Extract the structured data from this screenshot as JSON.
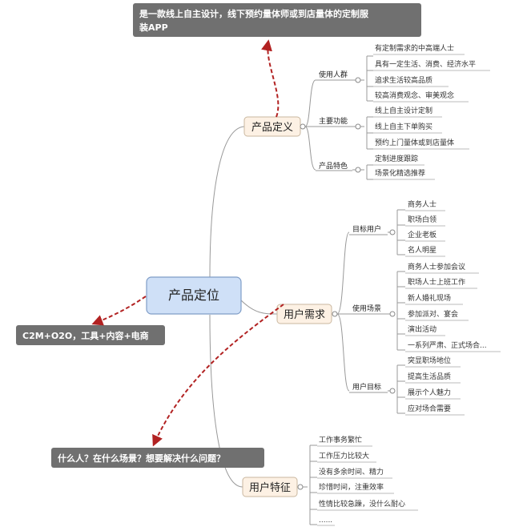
{
  "root": {
    "label": "产品定位"
  },
  "callouts": {
    "top": [
      "是一款线上自主设计，线下预约量体师或到店量体的定制服",
      "装APP"
    ],
    "left": "C2M+O2O，工具+内容+电商",
    "bottom": "什么人？在什么场景？想要解决什么问题？"
  },
  "branches": [
    {
      "label": "产品定义",
      "groups": [
        {
          "label": "使用人群",
          "items": [
            "有定制需求的中高端人士",
            "具有一定生活、消费、经济水平",
            "追求生活较高品质",
            "较高消费观念、审美观念"
          ]
        },
        {
          "label": "主要功能",
          "items": [
            "线上自主设计定制",
            "线上自主下单购买",
            "预约上门量体或到店量体"
          ]
        },
        {
          "label": "产品特色",
          "items": [
            "定制进度跟踪",
            "场景化精选推荐"
          ]
        }
      ]
    },
    {
      "label": "用户需求",
      "groups": [
        {
          "label": "目标用户",
          "items": [
            "商务人士",
            "职场白领",
            "企业老板",
            "名人明星"
          ]
        },
        {
          "label": "使用场景",
          "items": [
            "商务人士参加会议",
            "职场人士上班工作",
            "新人婚礼现场",
            "参加派对、宴会",
            "演出活动",
            "一系列严肃、正式场合..."
          ]
        },
        {
          "label": "用户目标",
          "items": [
            "突显职场地位",
            "提高生活品质",
            "展示个人魅力",
            "应对场合需要"
          ]
        }
      ]
    },
    {
      "label": "用户特征",
      "items": [
        "工作事务繁忙",
        "工作压力比较大",
        "没有多余时间、精力",
        "珍惜时间，注重效率",
        "性情比较急躁，没什么耐心",
        "......"
      ]
    }
  ]
}
